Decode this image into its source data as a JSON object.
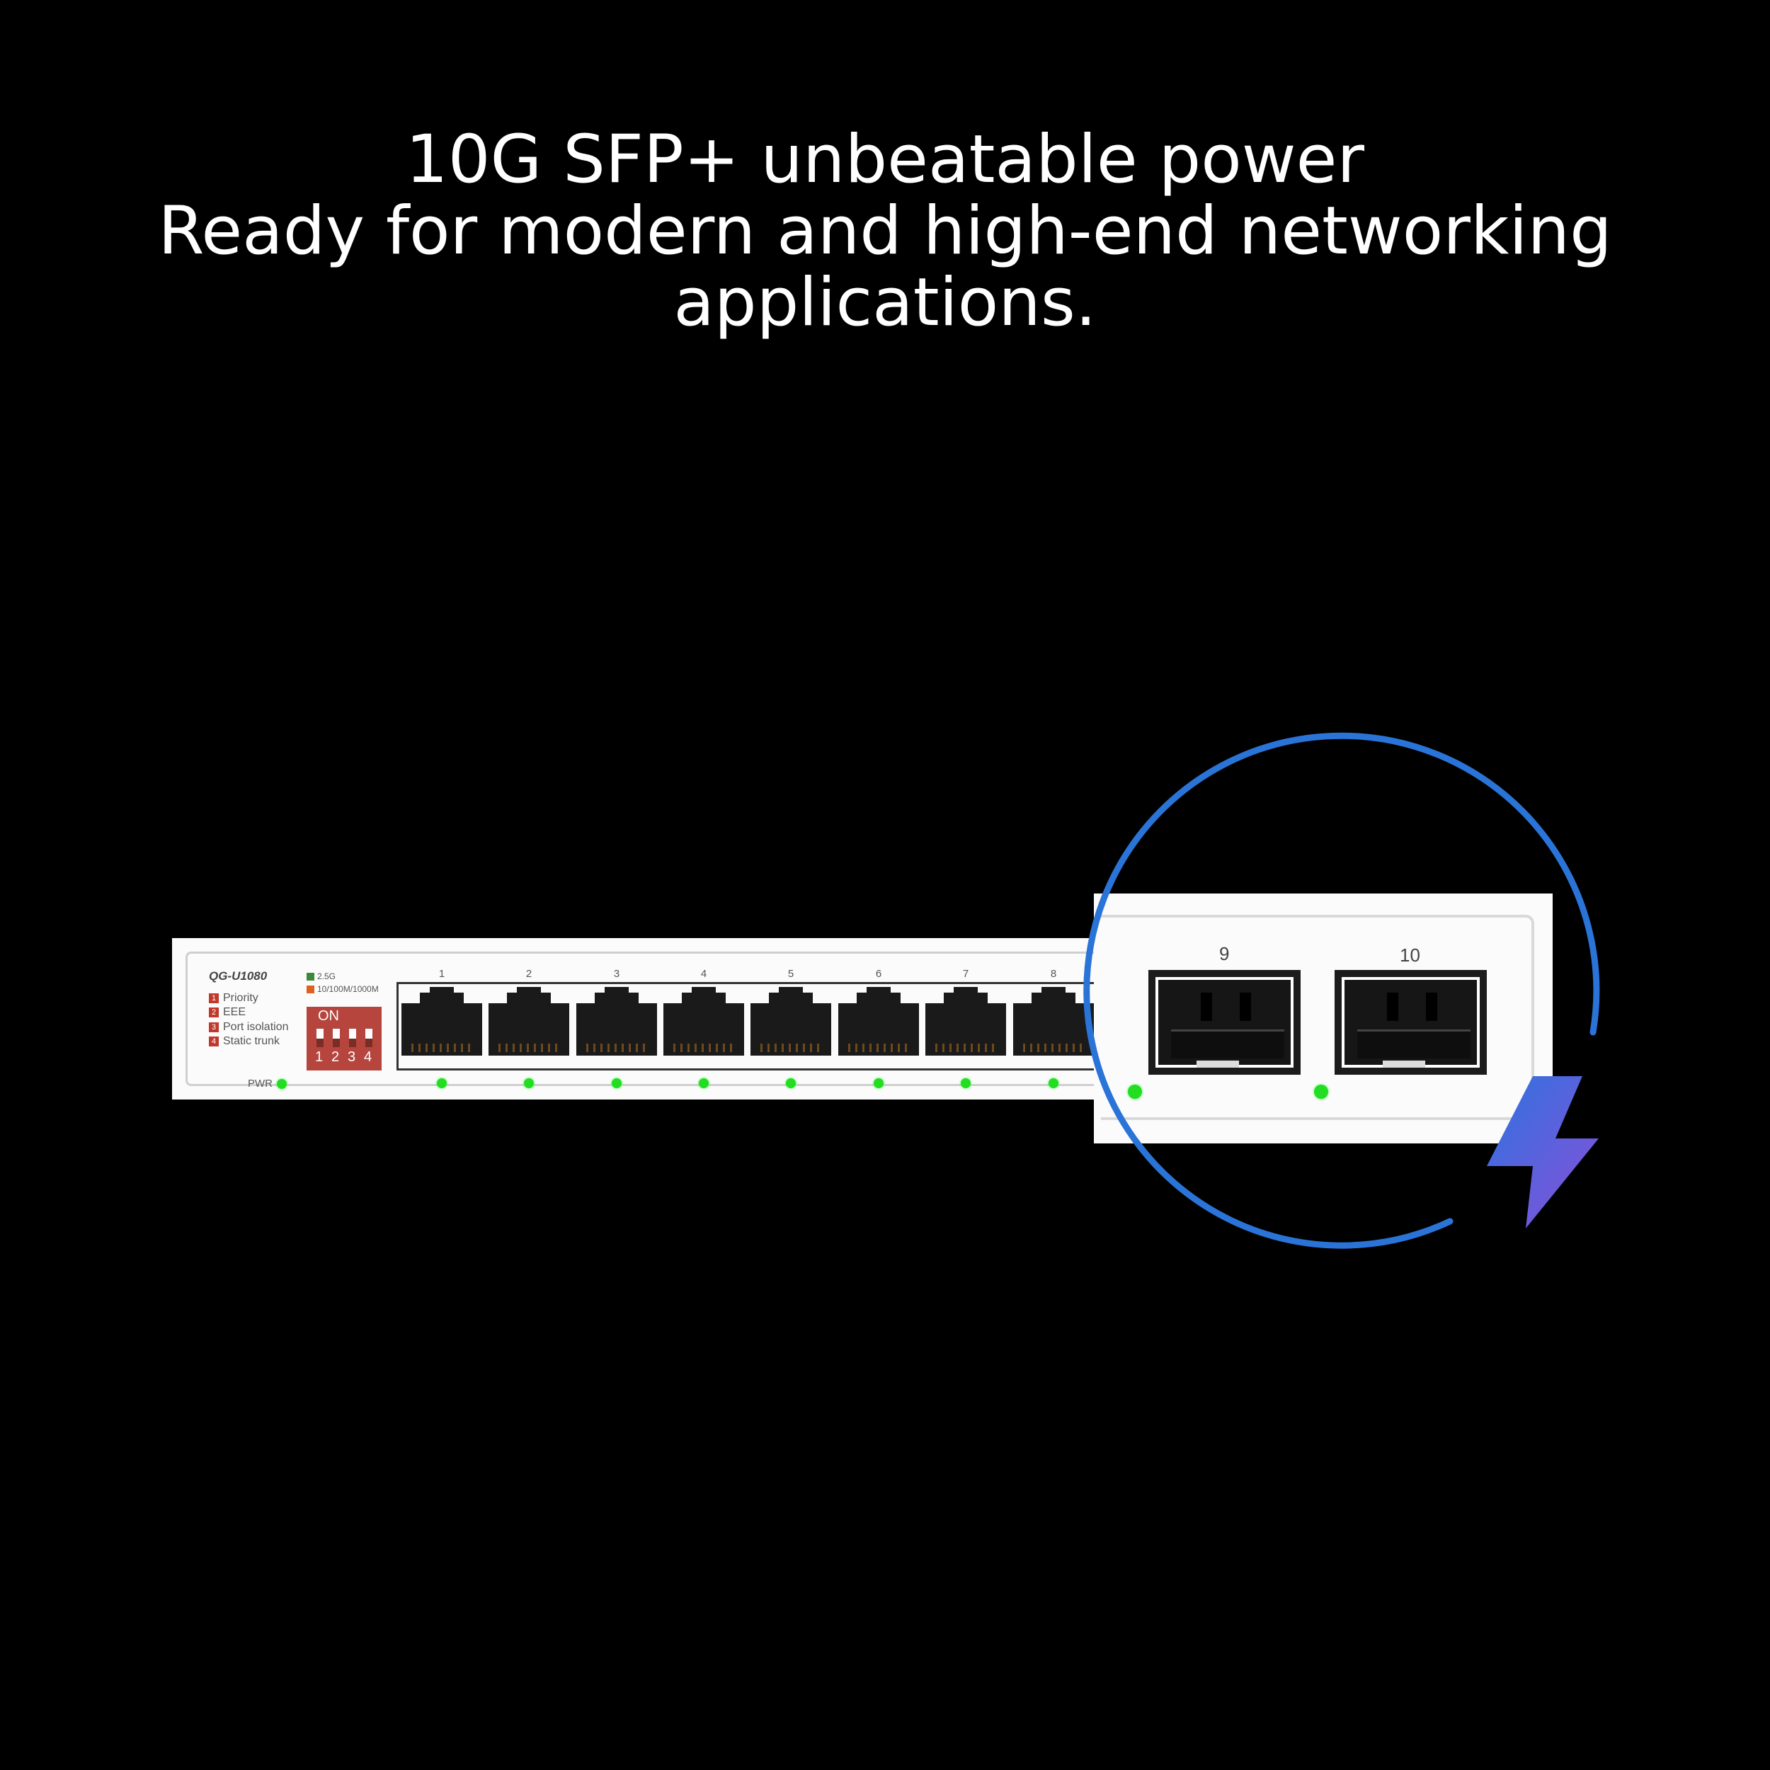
{
  "headline": {
    "line1": "10G SFP+ unbeatable power",
    "line2": "Ready for modern and high-end networking",
    "line3": "applications."
  },
  "switch": {
    "model": "QG-U1080",
    "legend": [
      {
        "label": "2.5G",
        "color": "#3a8a3a"
      },
      {
        "label": "10/100M/1000M",
        "color": "#e06020"
      }
    ],
    "modes": [
      {
        "num": "1",
        "label": "Priority"
      },
      {
        "num": "2",
        "label": "EEE"
      },
      {
        "num": "3",
        "label": "Port isolation"
      },
      {
        "num": "4",
        "label": "Static trunk"
      }
    ],
    "dip": {
      "on_label": "ON",
      "numbers": [
        "1",
        "2",
        "3",
        "4"
      ]
    },
    "pwr_label": "PWR",
    "ports": [
      "1",
      "2",
      "3",
      "4",
      "5",
      "6",
      "7",
      "8"
    ]
  },
  "zoom": {
    "sfp_ports": [
      "9",
      "10"
    ],
    "ring_color": "#2a74d8",
    "bolt_colors": [
      "#2d73e0",
      "#8a4fd8"
    ]
  },
  "led_color": "#22dd22"
}
